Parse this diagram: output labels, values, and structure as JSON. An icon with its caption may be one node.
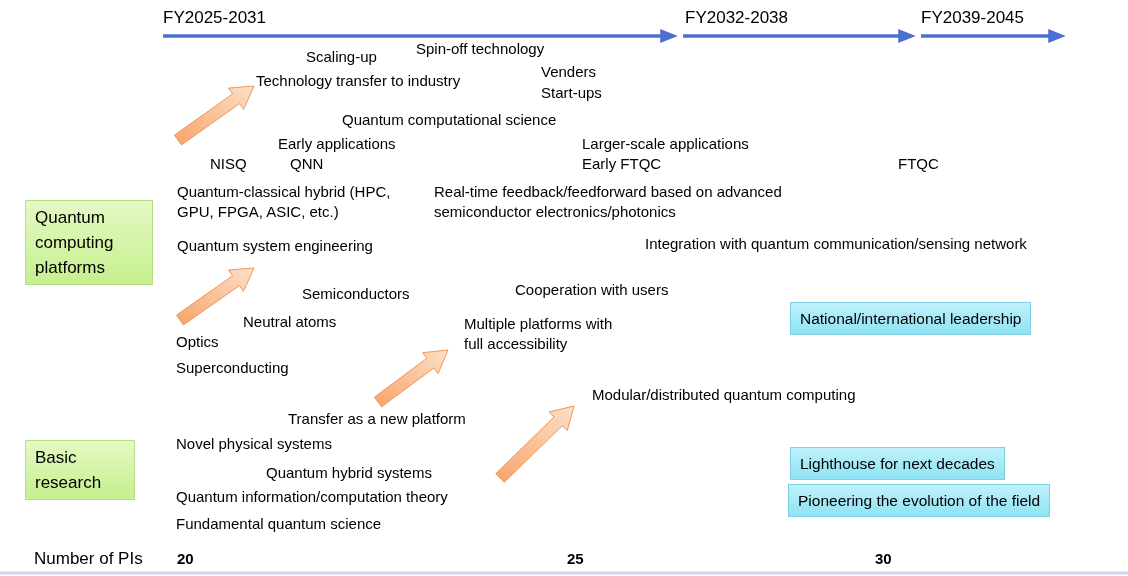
{
  "diagram": {
    "nodes": [
      {
        "text": [
          "Quantum computing platforms"
        ]
      },
      {
        "text": [
          "Basic research"
        ]
      },
      {
        "text": [
          "National/international leadership"
        ]
      },
      {
        "text": [
          "Lighthouse for next decades"
        ]
      },
      {
        "text": [
          "Pioneering the evolution of the field"
        ]
      }
    ],
    "labels": [
      "FY2025-2031",
      "FY2032-2038",
      "FY2039-2045",
      "Spin-off technology",
      "Scaling-up",
      "Venders",
      "Technology transfer to industry",
      "Start-ups",
      "Quantum computational science",
      "Early applications",
      "Larger-scale applications",
      "NISQ",
      "QNN",
      "Early FTQC",
      "FTQC",
      "Quantum-classical hybrid (HPC, GPU, FPGA, ASIC, etc.)",
      "Real-time feedback/feedforward based on advanced semiconductor electronics/photonics",
      "Quantum system engineering",
      "Integration with quantum communication/sensing network",
      "Semiconductors",
      "Cooperation with users",
      "Neutral atoms",
      "Multiple platforms with full accessibility",
      "Optics",
      "Superconducting",
      "Modular/distributed quantum computing",
      "Transfer as a new platform",
      "Novel physical systems",
      "Quantum hybrid systems",
      "Quantum information/computation theory",
      "Fundamental quantum science",
      "Number of PIs",
      "20",
      "25",
      "30"
    ]
  }
}
